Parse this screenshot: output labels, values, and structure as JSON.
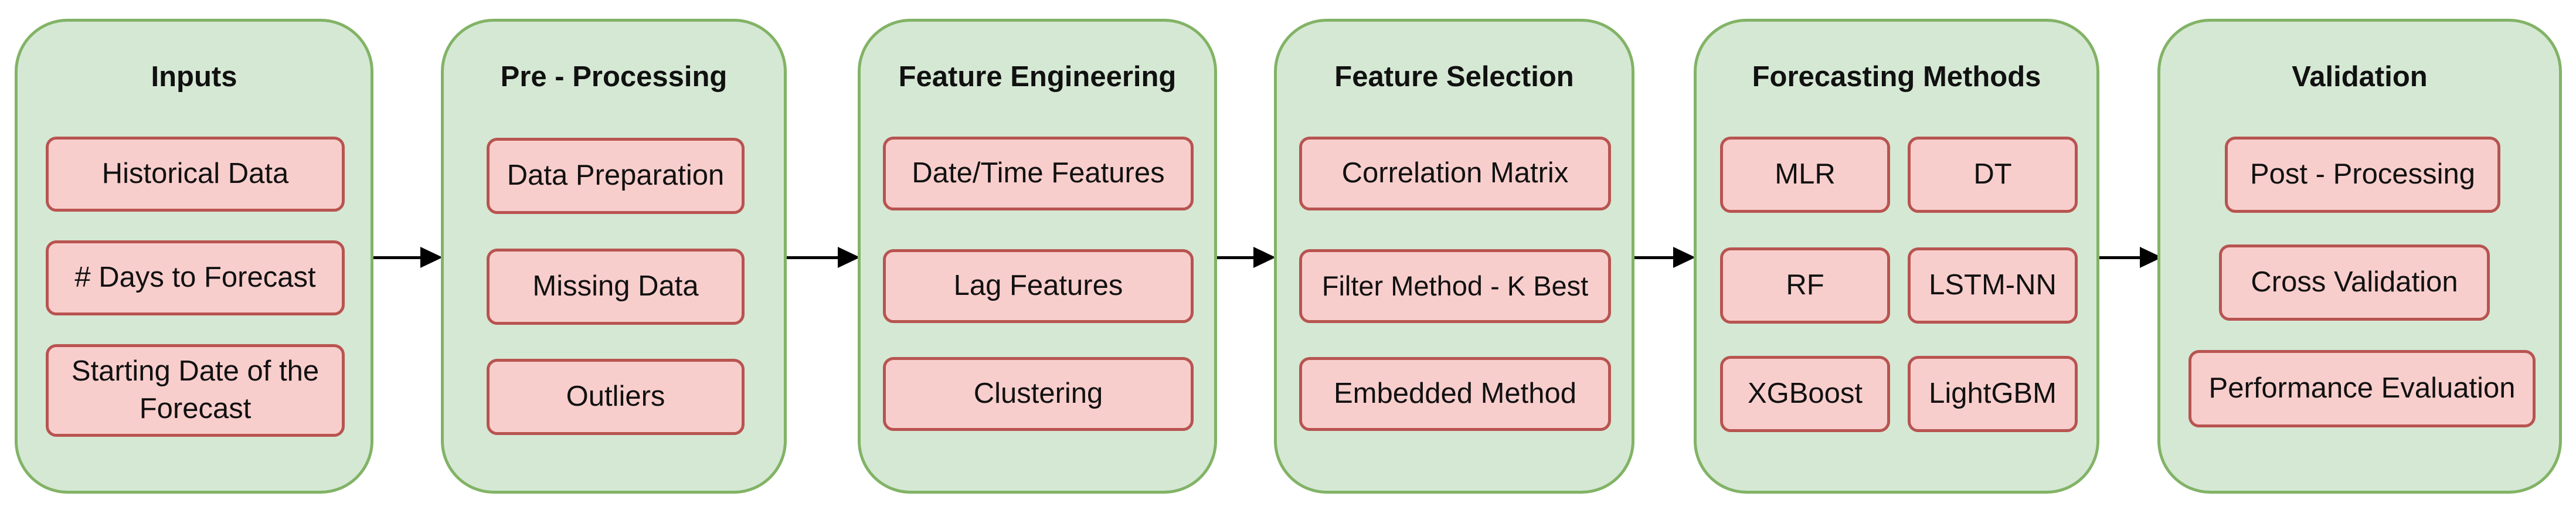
{
  "colors": {
    "stage_fill": "#d5e8d4",
    "stage_border": "#82b366",
    "item_fill": "#f8cecc",
    "item_border": "#b85450"
  },
  "stages": {
    "inputs": {
      "title": "Inputs",
      "items": [
        "Historical Data",
        "# Days to Forecast",
        "Starting Date of the Forecast"
      ]
    },
    "preprocessing": {
      "title": "Pre - Processing",
      "items": [
        "Data Preparation",
        "Missing Data",
        "Outliers"
      ]
    },
    "feature_engineering": {
      "title": "Feature Engineering",
      "items": [
        "Date/Time Features",
        "Lag Features",
        "Clustering"
      ]
    },
    "feature_selection": {
      "title": "Feature Selection",
      "items": [
        "Correlation Matrix",
        "Filter Method - K Best",
        "Embedded Method"
      ]
    },
    "forecasting_methods": {
      "title": "Forecasting Methods",
      "items": [
        "MLR",
        "DT",
        "RF",
        "LSTM-NN",
        "XGBoost",
        "LightGBM"
      ]
    },
    "validation": {
      "title": "Validation",
      "items": [
        "Post - Processing",
        "Cross Validation",
        "Performance Evaluation"
      ]
    }
  }
}
